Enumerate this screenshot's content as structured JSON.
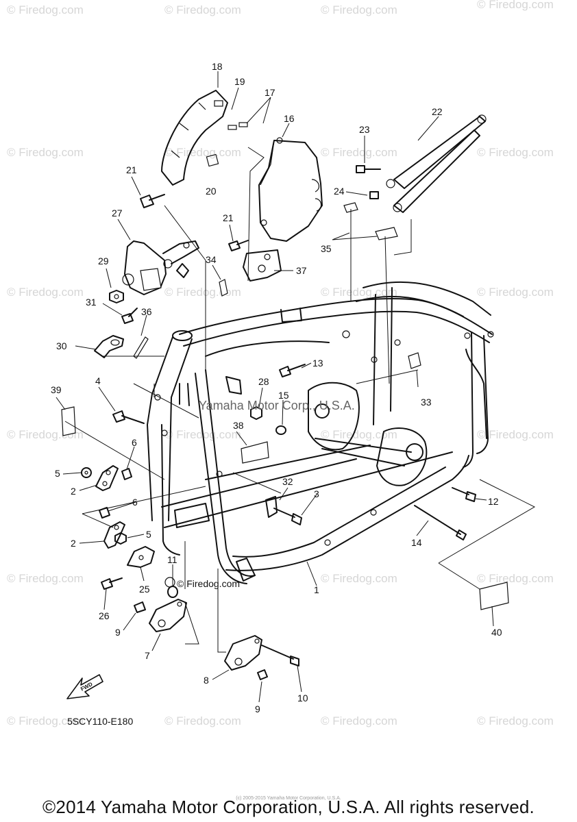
{
  "watermark": "© Firedog.com",
  "watermark_inline": "© Firedog.com",
  "overlay_watermark": "Yamaha Motor Corp., U.S.A.",
  "diagram_code": "5SCY110-E180",
  "fwd_label": "FWD",
  "footer": "©2014 Yamaha Motor Corporation, U.S.A. All rights reserved.",
  "subfooter": "(c) 2005-2015 Yamaha Motor Corporation, U.S.A.",
  "callouts": {
    "c1": "1",
    "c2a": "2",
    "c2b": "2",
    "c3": "3",
    "c4": "4",
    "c5a": "5",
    "c5b": "5",
    "c6a": "6",
    "c6b": "6",
    "c7": "7",
    "c8": "8",
    "c9a": "9",
    "c9b": "9",
    "c10": "10",
    "c11": "11",
    "c12": "12",
    "c13": "13",
    "c14": "14",
    "c15": "15",
    "c16": "16",
    "c17": "17",
    "c18": "18",
    "c19": "19",
    "c20": "20",
    "c21a": "21",
    "c21b": "21",
    "c22": "22",
    "c23": "23",
    "c24": "24",
    "c25": "25",
    "c26": "26",
    "c27": "27",
    "c28": "28",
    "c29": "29",
    "c30": "30",
    "c31": "31",
    "c32": "32",
    "c33": "33",
    "c34": "34",
    "c35": "35",
    "c36": "36",
    "c37": "37",
    "c38": "38",
    "c39": "39",
    "c40": "40"
  }
}
